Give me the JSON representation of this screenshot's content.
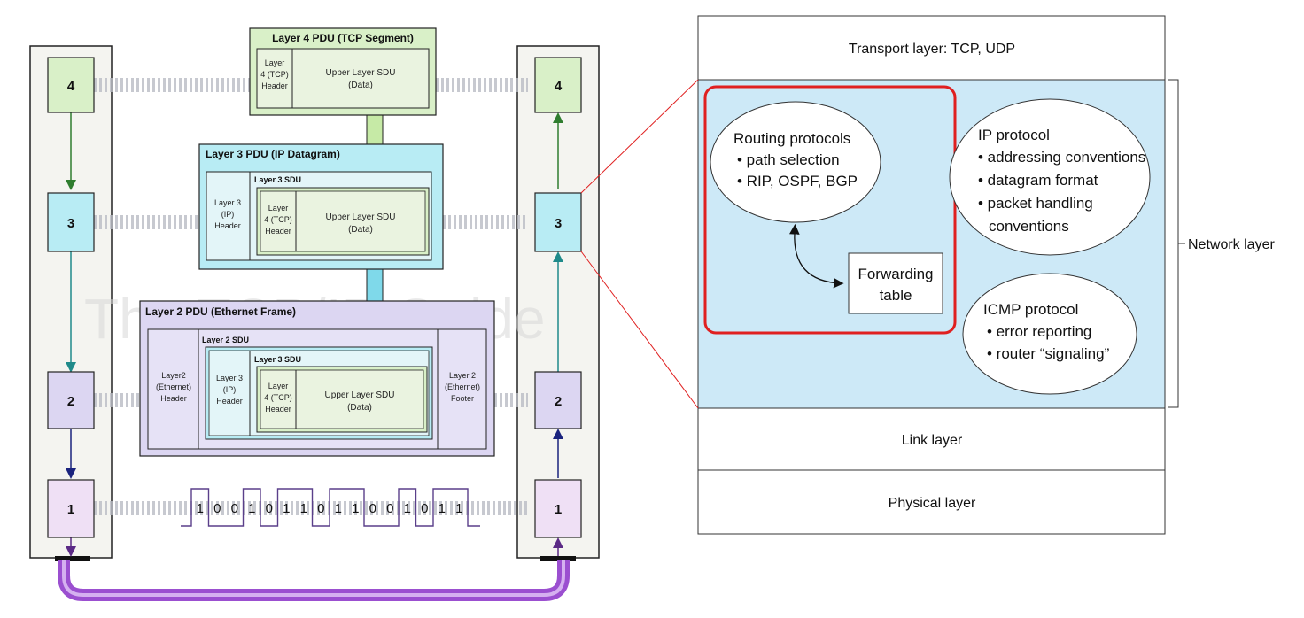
{
  "left_diagram": {
    "layer_numbers": [
      "4",
      "3",
      "2",
      "1"
    ],
    "watermark": "The TCP/IP Guide",
    "pdu4": {
      "title": "Layer 4 PDU (TCP Segment)",
      "header": [
        "Layer",
        "4 (TCP)",
        "Header"
      ],
      "data": [
        "Upper Layer SDU",
        "(Data)"
      ]
    },
    "pdu3": {
      "title": "Layer 3 PDU (IP Datagram)",
      "sdu_title": "Layer 3 SDU",
      "header": [
        "Layer 3",
        "(IP)",
        "Header"
      ],
      "inner_header": [
        "Layer",
        "4 (TCP)",
        "Header"
      ],
      "data": [
        "Upper Layer SDU",
        "(Data)"
      ]
    },
    "pdu2": {
      "title": "Layer 2 PDU (Ethernet Frame)",
      "sdu_title": "Layer 2 SDU",
      "inner_sdu_title": "Layer 3 SDU",
      "header": [
        "Layer2",
        "(Ethernet)",
        "Header"
      ],
      "ip_header": [
        "Layer 3",
        "(IP)",
        "Header"
      ],
      "tcp_header": [
        "Layer",
        "4 (TCP)",
        "Header"
      ],
      "data": [
        "Upper Layer SDU",
        "(Data)"
      ],
      "footer": [
        "Layer 2",
        "(Ethernet)",
        "Footer"
      ]
    },
    "bits": [
      "1",
      "0",
      "0",
      "1",
      "0",
      "1",
      "1",
      "0",
      "1",
      "1",
      "0",
      "0",
      "1",
      "0",
      "1",
      "1"
    ]
  },
  "right_diagram": {
    "transport_layer": "Transport layer: TCP, UDP",
    "routing": {
      "title": "Routing protocols",
      "items": [
        "• path selection",
        "• RIP, OSPF, BGP"
      ]
    },
    "forwarding": [
      "Forwarding",
      "table"
    ],
    "ip_protocol": {
      "title": "IP protocol",
      "items": [
        "• addressing conventions",
        "• datagram format",
        "• packet handling",
        "conventions"
      ]
    },
    "icmp_protocol": {
      "title": "ICMP protocol",
      "items": [
        "• error reporting",
        "• router “signaling”"
      ]
    },
    "network_layer": "Network layer",
    "link_layer": "Link layer",
    "physical_layer": "Physical layer"
  },
  "colors": {
    "layer4": "#d9f0c8",
    "layer3": "#b8ecf4",
    "layer2": "#dcd6f2",
    "layer1": "#efe0f5",
    "network_bg": "#cde9f7",
    "highlight": "#e02020",
    "cable": "#9b4fd0"
  }
}
